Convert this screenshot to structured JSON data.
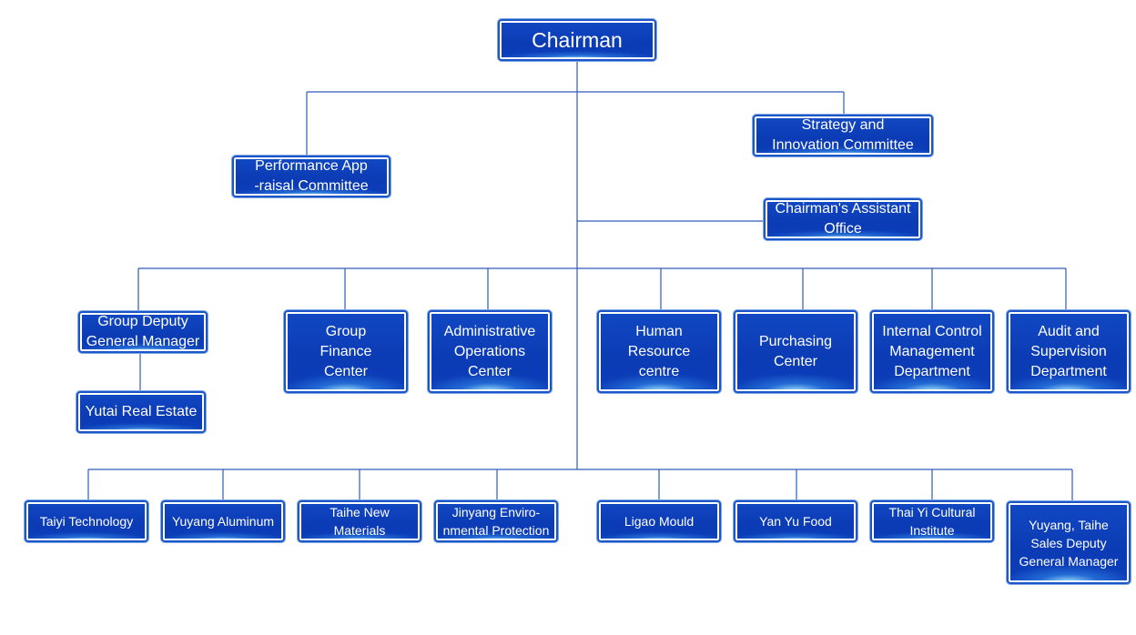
{
  "top": {
    "chairman": "Chairman"
  },
  "committees": {
    "performance": "Performance App\n-raisal Committee",
    "strategy": "Strategy and\nInnovation Committee",
    "assistant_office": "Chairman's Assistant\nOffice"
  },
  "departments": {
    "deputy_gm": "Group Deputy\nGeneral Manager",
    "yutai_real_estate": "Yutai Real Estate",
    "finance_center": "Group\nFinance\nCenter",
    "admin_operations": "Administrative\nOperations\nCenter",
    "human_resource": "Human\nResource\ncentre",
    "purchasing": "Purchasing\nCenter",
    "internal_control": "Internal Control\nManagement\nDepartment",
    "audit": "Audit and\nSupervision\nDepartment"
  },
  "subsidiaries": {
    "taiyi": "Taiyi Technology",
    "yuyang": "Yuyang Aluminum",
    "taihe": "Taihe New Materials",
    "jinyang": "Jinyang Enviro-\nnmental Protection",
    "ligao": "Ligao Mould",
    "yanyu": "Yan Yu Food",
    "thaiyi": "Thai Yi Cultural\nInstitute",
    "sales_deputy": "Yuyang, Taihe\nSales Deputy\nGeneral Manager"
  },
  "colors": {
    "box_fill": "#0b3bb5",
    "box_border": "#1a56c8",
    "line": "#2d5cb8",
    "text": "#ffffff"
  }
}
